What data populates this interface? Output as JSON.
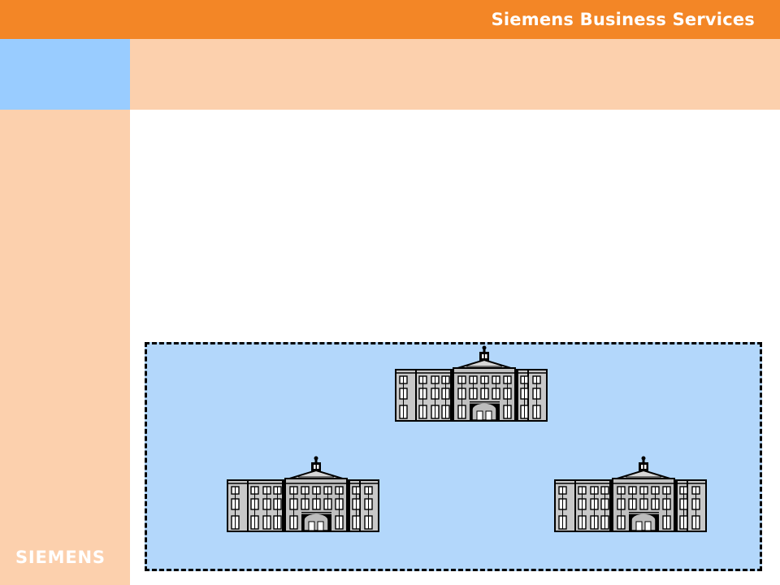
{
  "header": {
    "company_name": "Siemens Business Services"
  },
  "sidebar": {
    "brand_logo_text": "SIEMENS"
  },
  "diagram": {
    "buildings": [
      "building",
      "building",
      "building"
    ]
  },
  "colors": {
    "header_orange": "#f38626",
    "band_peach": "#fcd0ad",
    "corner_blue": "#99ccff",
    "region_blue": "#b3d7fb"
  }
}
